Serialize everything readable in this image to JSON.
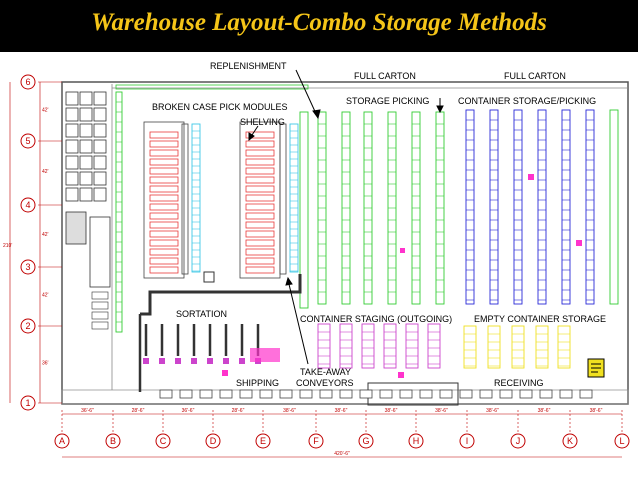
{
  "title": "Warehouse Layout-Combo Storage Methods",
  "colors": {
    "background": "#ffffff",
    "banner": "#000000",
    "title": "#f5c518",
    "dimension": "#c00000",
    "pallet_green": "#33cc33",
    "container_blue": "#2b2bd8",
    "case_pick_red": "#e83a3a",
    "shelving_cyan": "#3fc8e6",
    "staging_purple": "#cc44cc",
    "empty_yellow": "#f0e020",
    "magenta": "#ff33cc"
  },
  "labels": {
    "replenishment": "REPLENISHMENT",
    "full_carton_1": "FULL CARTON",
    "storage_picking": "STORAGE PICKING",
    "full_carton_2": "FULL CARTON",
    "container_storage_picking": "CONTAINER STORAGE/PICKING",
    "broken_case_pick_modules": "BROKEN CASE PICK MODULES",
    "shelving": "SHELVING",
    "sortation": "SORTATION",
    "container_staging_outgoing": "CONTAINER STAGING (OUTGOING)",
    "empty_container_storage": "EMPTY CONTAINER STORAGE",
    "shipping": "SHIPPING",
    "take_away_1": "TAKE-AWAY",
    "take_away_2": "CONVEYORS",
    "receiving": "RECEIVING"
  },
  "icons": {
    "note": "document-icon"
  },
  "grid_columns": [
    "A",
    "B",
    "C",
    "D",
    "E",
    "F",
    "G",
    "H",
    "I",
    "J",
    "K",
    "L"
  ],
  "grid_rows": [
    "6",
    "5",
    "4",
    "3",
    "2",
    "1"
  ],
  "column_dims": [
    "36'-6\"",
    "28'-6\"",
    "36'-6\"",
    "28'-6\"",
    "38'-6\"",
    "38'-6\"",
    "38'-6\"",
    "38'-6\"",
    "38'-6\"",
    "38'-6\"",
    "38'-6\""
  ],
  "row_dims": [
    "42'",
    "42'",
    "42'",
    "42'",
    "36'"
  ],
  "overall_width": "420'-6\"",
  "overall_height": "210'"
}
